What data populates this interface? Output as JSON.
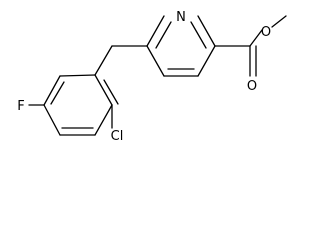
{
  "structure": {
    "atoms": {
      "nitrogen": "N",
      "fluorine": "F",
      "chlorine": "Cl",
      "ester_oxygen_single": "O",
      "carbonyl_oxygen": "O"
    }
  }
}
